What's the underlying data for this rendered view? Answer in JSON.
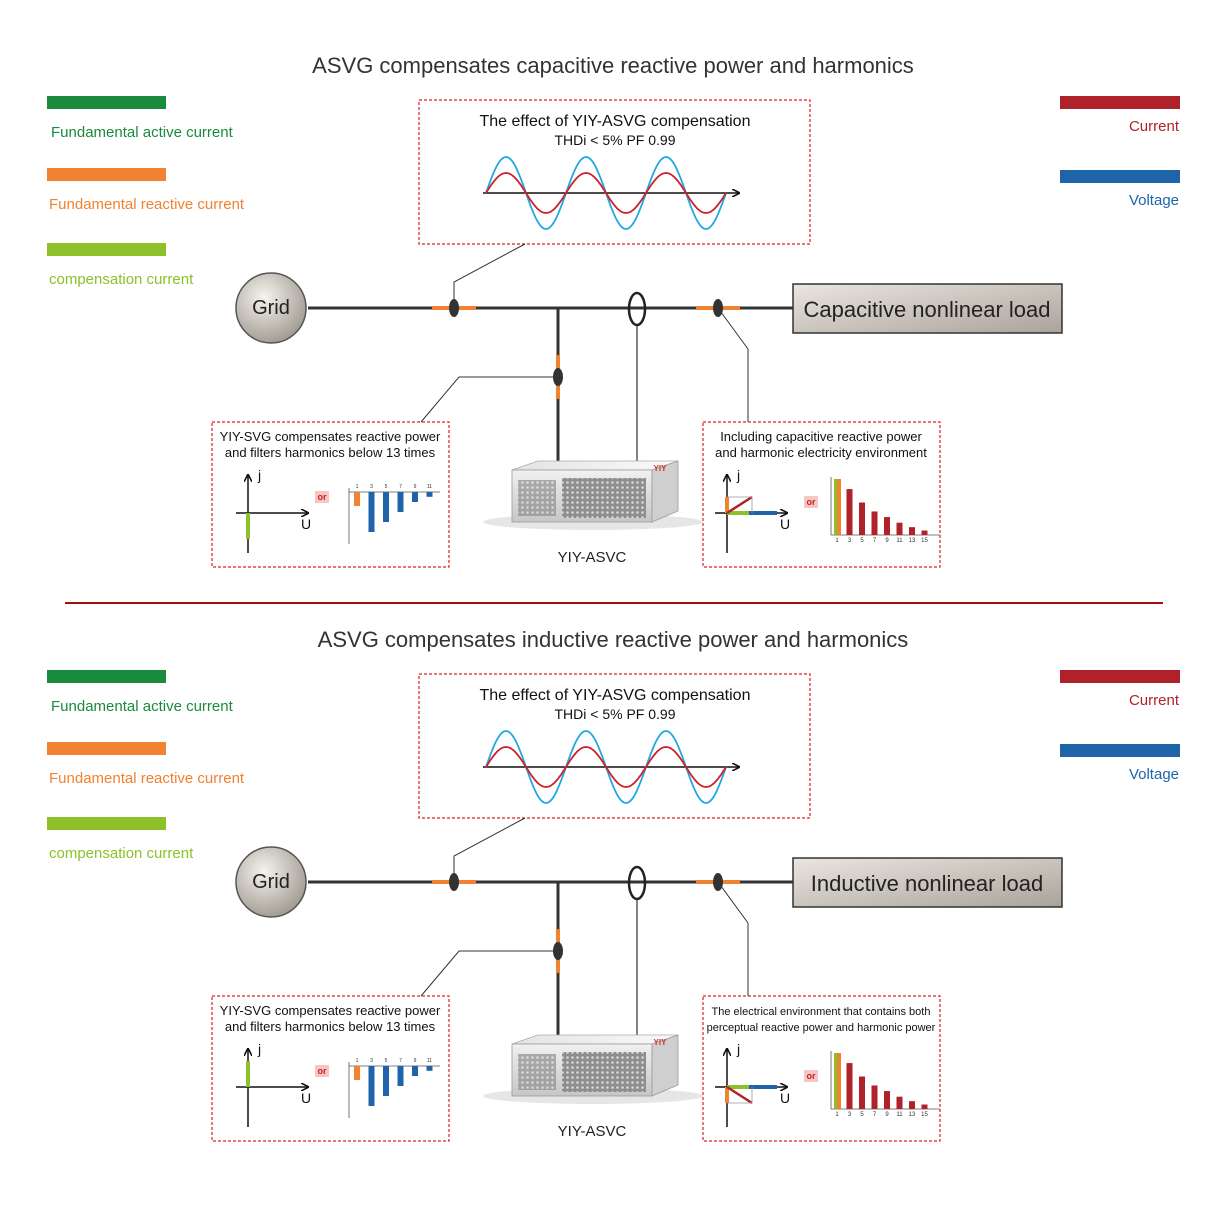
{
  "colors": {
    "fundamental_active": "#1a8a3c",
    "fundamental_reactive": "#f08232",
    "compensation": "#8dc02a",
    "current": "#b0222a",
    "voltage": "#1f64a8",
    "wave_voltage": "#20a8e0",
    "wave_current": "#d0202a",
    "box_border": "#e02020",
    "divider": "#a01010"
  },
  "sections": [
    {
      "title": "ASVG compensates capacitive reactive power and harmonics",
      "legend_left": [
        {
          "label": "Fundamental active current",
          "color": "#1a8a3c"
        },
        {
          "label": "Fundamental reactive current",
          "color": "#f08232"
        },
        {
          "label": "compensation current",
          "color": "#8dc02a"
        }
      ],
      "legend_right": [
        {
          "label": "Current",
          "color": "#b0222a"
        },
        {
          "label": "Voltage",
          "color": "#1f64a8"
        }
      ],
      "effect_title": "The effect of YIY-ASVG compensation",
      "effect_subtitle": "THDi < 5%    PF  0.99",
      "grid_label": "Grid",
      "load_label": "Capacitive nonlinear load",
      "left_box_text": [
        "YIY-SVG compensates reactive power",
        "and filters harmonics below 13 times"
      ],
      "right_box_text": [
        "Including capacitive reactive power",
        "and harmonic electricity environment"
      ],
      "right_box_small": false,
      "device_label": "YIY-ASVC",
      "device_logo": "YIY",
      "axis_j": "j",
      "axis_u": "U",
      "or_label": "or",
      "left_harmonics": {
        "orders": [
          "1",
          "3",
          "5",
          "7",
          "9",
          "11"
        ],
        "values": [
          -0.35,
          -1.0,
          -0.75,
          -0.5,
          -0.25,
          -0.12
        ]
      },
      "right_harmonics": {
        "orders": [
          "1",
          "3",
          "5",
          "7",
          "9",
          "11",
          "13",
          "15"
        ],
        "values": [
          1.0,
          0.82,
          0.58,
          0.42,
          0.32,
          0.22,
          0.14,
          0.08
        ]
      },
      "left_phasor": "down",
      "right_phasor": "up"
    },
    {
      "title": "ASVG compensates inductive reactive power and harmonics",
      "legend_left": [
        {
          "label": "Fundamental active current",
          "color": "#1a8a3c"
        },
        {
          "label": "Fundamental reactive current",
          "color": "#f08232"
        },
        {
          "label": "compensation current",
          "color": "#8dc02a"
        }
      ],
      "legend_right": [
        {
          "label": "Current",
          "color": "#b0222a"
        },
        {
          "label": "Voltage",
          "color": "#1f64a8"
        }
      ],
      "effect_title": "The effect of YIY-ASVG compensation",
      "effect_subtitle": "THDi < 5%    PF  0.99",
      "grid_label": "Grid",
      "load_label": "Inductive nonlinear load",
      "left_box_text": [
        "YIY-SVG compensates reactive power",
        "and filters harmonics below 13 times"
      ],
      "right_box_text": [
        "The electrical environment that contains both",
        "perceptual reactive power and harmonic power"
      ],
      "right_box_small": true,
      "device_label": "YIY-ASVC",
      "device_logo": "YIY",
      "axis_j": "j",
      "axis_u": "U",
      "or_label": "or",
      "left_harmonics": {
        "orders": [
          "1",
          "3",
          "5",
          "7",
          "9",
          "11"
        ],
        "values": [
          -0.35,
          -1.0,
          -0.75,
          -0.5,
          -0.25,
          -0.12
        ]
      },
      "right_harmonics": {
        "orders": [
          "1",
          "3",
          "5",
          "7",
          "9",
          "11",
          "13",
          "15"
        ],
        "values": [
          1.0,
          0.82,
          0.58,
          0.42,
          0.32,
          0.22,
          0.14,
          0.08
        ]
      },
      "left_phasor": "up",
      "right_phasor": "down"
    }
  ]
}
